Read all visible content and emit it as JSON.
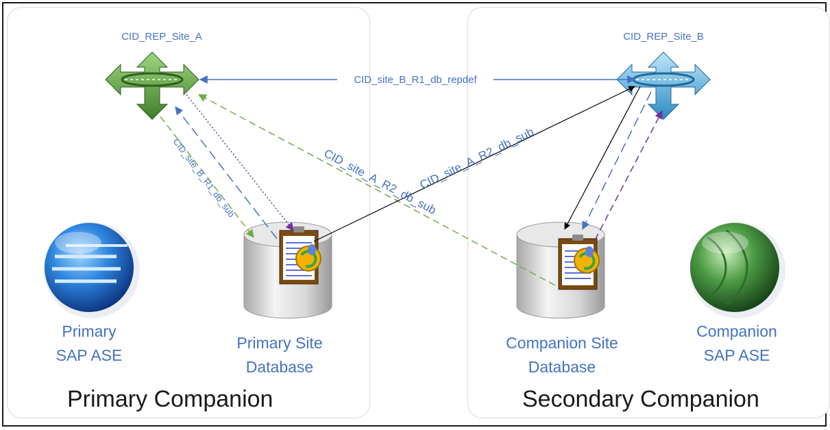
{
  "panels": {
    "left_title": "Primary Companion",
    "right_title": "Secondary Companion"
  },
  "nodes": {
    "rep_a": "CID_REP_Site_A",
    "rep_b": "CID_REP_Site_B",
    "primary_ase_line1": "Primary",
    "primary_ase_line2": "SAP ASE",
    "primary_db_line1": "Primary Site",
    "primary_db_line2": "Database",
    "companion_db_line1": "Companion Site",
    "companion_db_line2": "Database",
    "companion_ase_line1": "Companion",
    "companion_ase_line2": "SAP ASE"
  },
  "edges": {
    "repdef": "CID_site_B_R1_db_repdef",
    "site_b_r1_sub": "CID_site_B_R1_db_sub",
    "site_a_r2_sub_upper": "CID_site_A_R2_db_sub",
    "site_a_r2_sub_lower": "CID_site_A_R2_db_sub"
  },
  "colors": {
    "label_blue": "#4472c4",
    "arrow_blue": "#4472c4",
    "arrow_green": "#70ad47",
    "arrow_purple": "#7030a0",
    "arrow_black": "#000000",
    "rep_a_green": "#6aa84f",
    "rep_b_blue": "#5fb4e0",
    "ase_blue": "#1f6fc9",
    "ase_green": "#3f8f3a"
  },
  "icons": {
    "rep_a": "replication-server-icon",
    "rep_b": "replication-server-icon",
    "db": "database-cylinder-icon",
    "ase": "sap-ase-globe-icon"
  }
}
